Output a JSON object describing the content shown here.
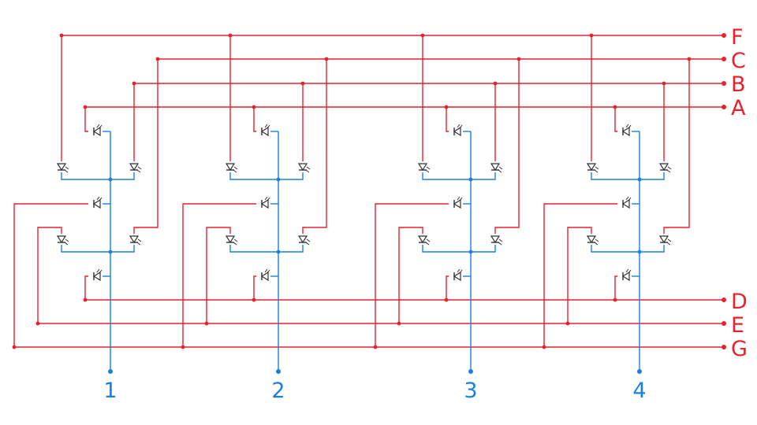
{
  "colors": {
    "segment_wire": "#e8212b",
    "digit_wire": "#1a7fe0",
    "led": "#333333",
    "background": "#ffffff"
  },
  "segment_labels": [
    "F",
    "C",
    "B",
    "A",
    "D",
    "E",
    "G"
  ],
  "digit_labels": [
    "1",
    "2",
    "3",
    "4"
  ],
  "icons": {
    "led": "led-diode-icon",
    "node": "junction-dot-icon",
    "terminal": "terminal-dot-icon"
  }
}
